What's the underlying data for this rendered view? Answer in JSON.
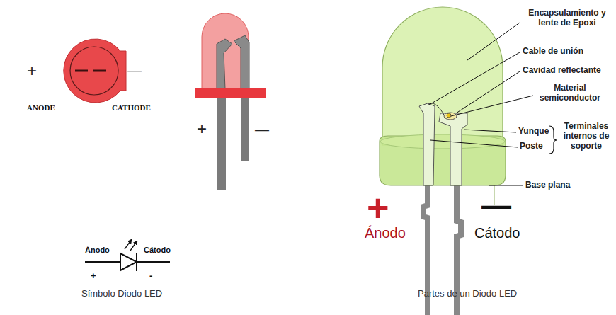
{
  "diagram": {
    "labels": [
      "+",
      "—",
      "ANODE",
      "CATHODE",
      "+",
      "—",
      "Ánodo",
      "Cátodo",
      "+",
      "-",
      "Símbolo Diodo LED",
      "Encapsulamiento y lente de Epoxi",
      "Cable de unión",
      "Cavidad reflectante",
      "Material semiconductor",
      "Yunque",
      "Poste",
      "Terminales internos de soporte",
      "Base plana",
      "+",
      "Ánodo",
      "—",
      "Cátodo",
      "Partes de un Diodo LED"
    ]
  }
}
